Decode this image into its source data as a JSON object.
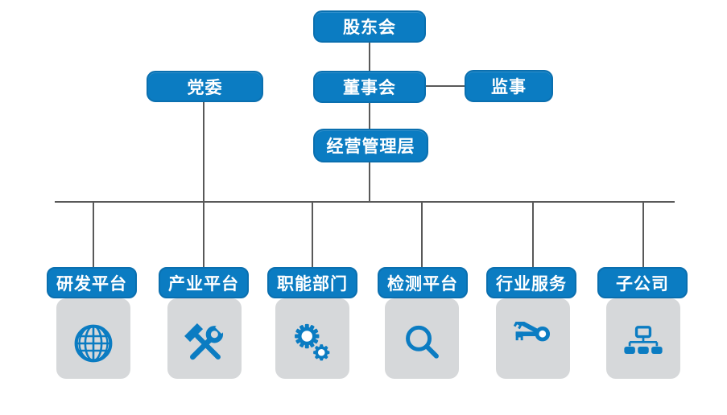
{
  "colors": {
    "primary_blue": "#0b7cc2",
    "card_gray": "#d6d8da",
    "connector_gray": "#595959",
    "text_white": "#ffffff",
    "background": "#ffffff"
  },
  "chart": {
    "type": "org-chart",
    "shareholders": {
      "label": "股东会"
    },
    "party_committee": {
      "label": "党委"
    },
    "board": {
      "label": "董事会"
    },
    "supervisor": {
      "label": "监事"
    },
    "management": {
      "label": "经营管理层"
    },
    "departments": [
      {
        "label": "研发平台",
        "icon": "globe-icon"
      },
      {
        "label": "产业平台",
        "icon": "hammer-wrench-icon"
      },
      {
        "label": "职能部门",
        "icon": "gears-icon"
      },
      {
        "label": "检测平台",
        "icon": "magnifier-icon"
      },
      {
        "label": "行业服务",
        "icon": "keys-icon"
      },
      {
        "label": "子公司",
        "icon": "sitemap-icon"
      }
    ]
  }
}
